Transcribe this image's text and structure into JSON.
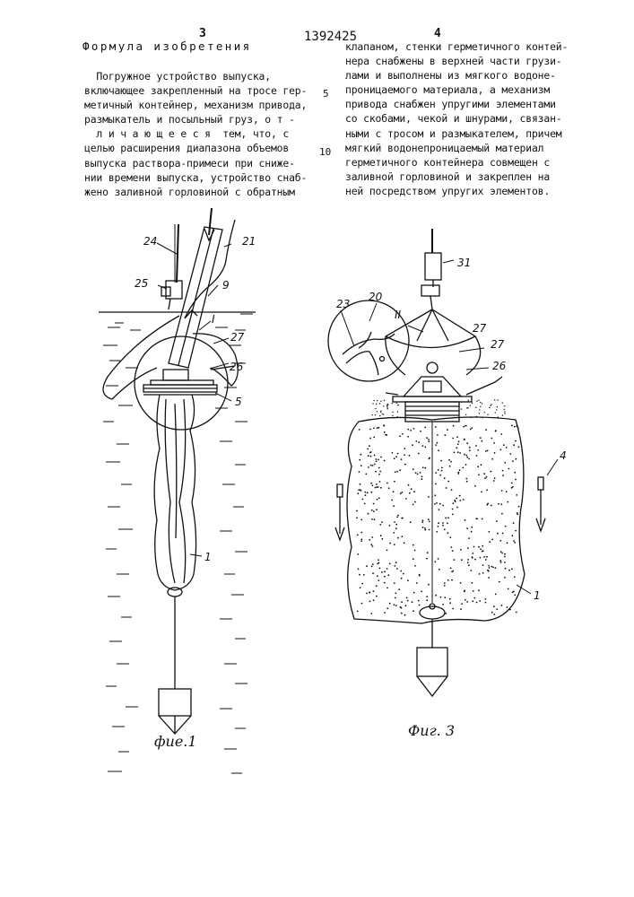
{
  "header": {
    "page_left": "3",
    "patent_no": "1392425",
    "page_right": "4"
  },
  "claims": {
    "title": "Формула изобретения",
    "left_lines": [
      "  Погружное устройство выпуска,",
      "включающее закрепленный на тросе гер-",
      "метичный контейнер, механизм привода,",
      "размыкатель и посыльный груз, о т -",
      "  л и ч а ю щ е е с я  тем, что, с",
      "целью расширения диапазона объемов",
      "выпуска раствора-примеси при сниже-",
      "нии времени выпуска, устройство снаб-",
      "жено заливной горловиной с обратным"
    ],
    "right_lines": [
      "клапаном, стенки герметичного контей-",
      "нера снабжены в верхней части грузи-",
      "лами и выполнены из мягкого водоне-",
      "проницаемого материала, а механизм",
      "привода снабжен упругими элементами",
      "со скобами, чекой и шнурами, связан-",
      "ными с тросом и размыкателем, причем",
      "мягкий водонепроницаемый материал",
      "герметичного контейнера совмещен с",
      "заливной горловиной и закреплен на",
      "ней посредством упругих элементов."
    ],
    "line_num_5": "5",
    "line_num_10": "10"
  },
  "figures": {
    "fig1": {
      "caption": "фие.1",
      "labels": {
        "l24": "24",
        "l21": "21",
        "l25": "25",
        "l9": "9",
        "lI": "I",
        "l27": "27",
        "l26": "26",
        "l5": "5",
        "l1": "1"
      }
    },
    "fig3": {
      "caption": "Фиг. 3",
      "labels": {
        "l31": "31",
        "l23": "23",
        "l20": "20",
        "lII": "II",
        "l27a": "27",
        "l27b": "27",
        "l26": "26",
        "l4": "4",
        "l1": "1"
      }
    }
  }
}
